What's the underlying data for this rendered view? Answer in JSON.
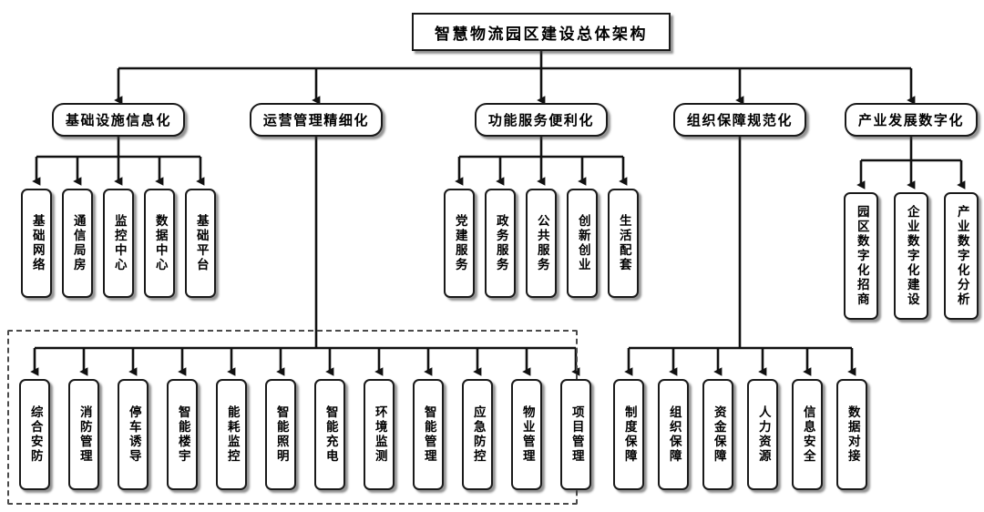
{
  "diagram": {
    "title": "智慧物流园区建设总体架构",
    "root": {
      "label": "智慧物流园区建设总体架构"
    },
    "branches": [
      {
        "id": "infra",
        "label": "基础设施信息化"
      },
      {
        "id": "ops",
        "label": "运营管理精细化"
      },
      {
        "id": "service",
        "label": "功能服务便利化"
      },
      {
        "id": "org",
        "label": "组织保障规范化"
      },
      {
        "id": "industry",
        "label": "产业发展数字化"
      }
    ],
    "groups": {
      "infra_children": [
        {
          "label": "基础网络"
        },
        {
          "label": "通信局房"
        },
        {
          "label": "监控中心"
        },
        {
          "label": "数据中心"
        },
        {
          "label": "基础平台"
        }
      ],
      "service_children": [
        {
          "label": "党建服务"
        },
        {
          "label": "政务服务"
        },
        {
          "label": "公共服务"
        },
        {
          "label": "创新创业"
        },
        {
          "label": "生活配套"
        }
      ],
      "industry_children": [
        {
          "label": "园区数字化招商"
        },
        {
          "label": "企业数字化建设"
        },
        {
          "label": "产业数字化分析"
        }
      ],
      "ops_children": [
        {
          "label": "综合安防"
        },
        {
          "label": "消防管理"
        },
        {
          "label": "停车诱导"
        },
        {
          "label": "智能楼宇"
        },
        {
          "label": "能耗监控"
        },
        {
          "label": "智能照明"
        },
        {
          "label": "智能充电"
        },
        {
          "label": "环境监测"
        },
        {
          "label": "智能管理"
        },
        {
          "label": "应急防控"
        },
        {
          "label": "物业管理"
        },
        {
          "label": "项目管理"
        }
      ],
      "org_children": [
        {
          "label": "制度保障"
        },
        {
          "label": "组织保障"
        },
        {
          "label": "资金保障"
        },
        {
          "label": "人力资源"
        },
        {
          "label": "信息安全"
        },
        {
          "label": "数据对接"
        }
      ]
    },
    "colors": {
      "border": "#1a1a1a",
      "dashed_border": "#4a4a4a",
      "background": "#ffffff",
      "text": "#000000"
    }
  }
}
